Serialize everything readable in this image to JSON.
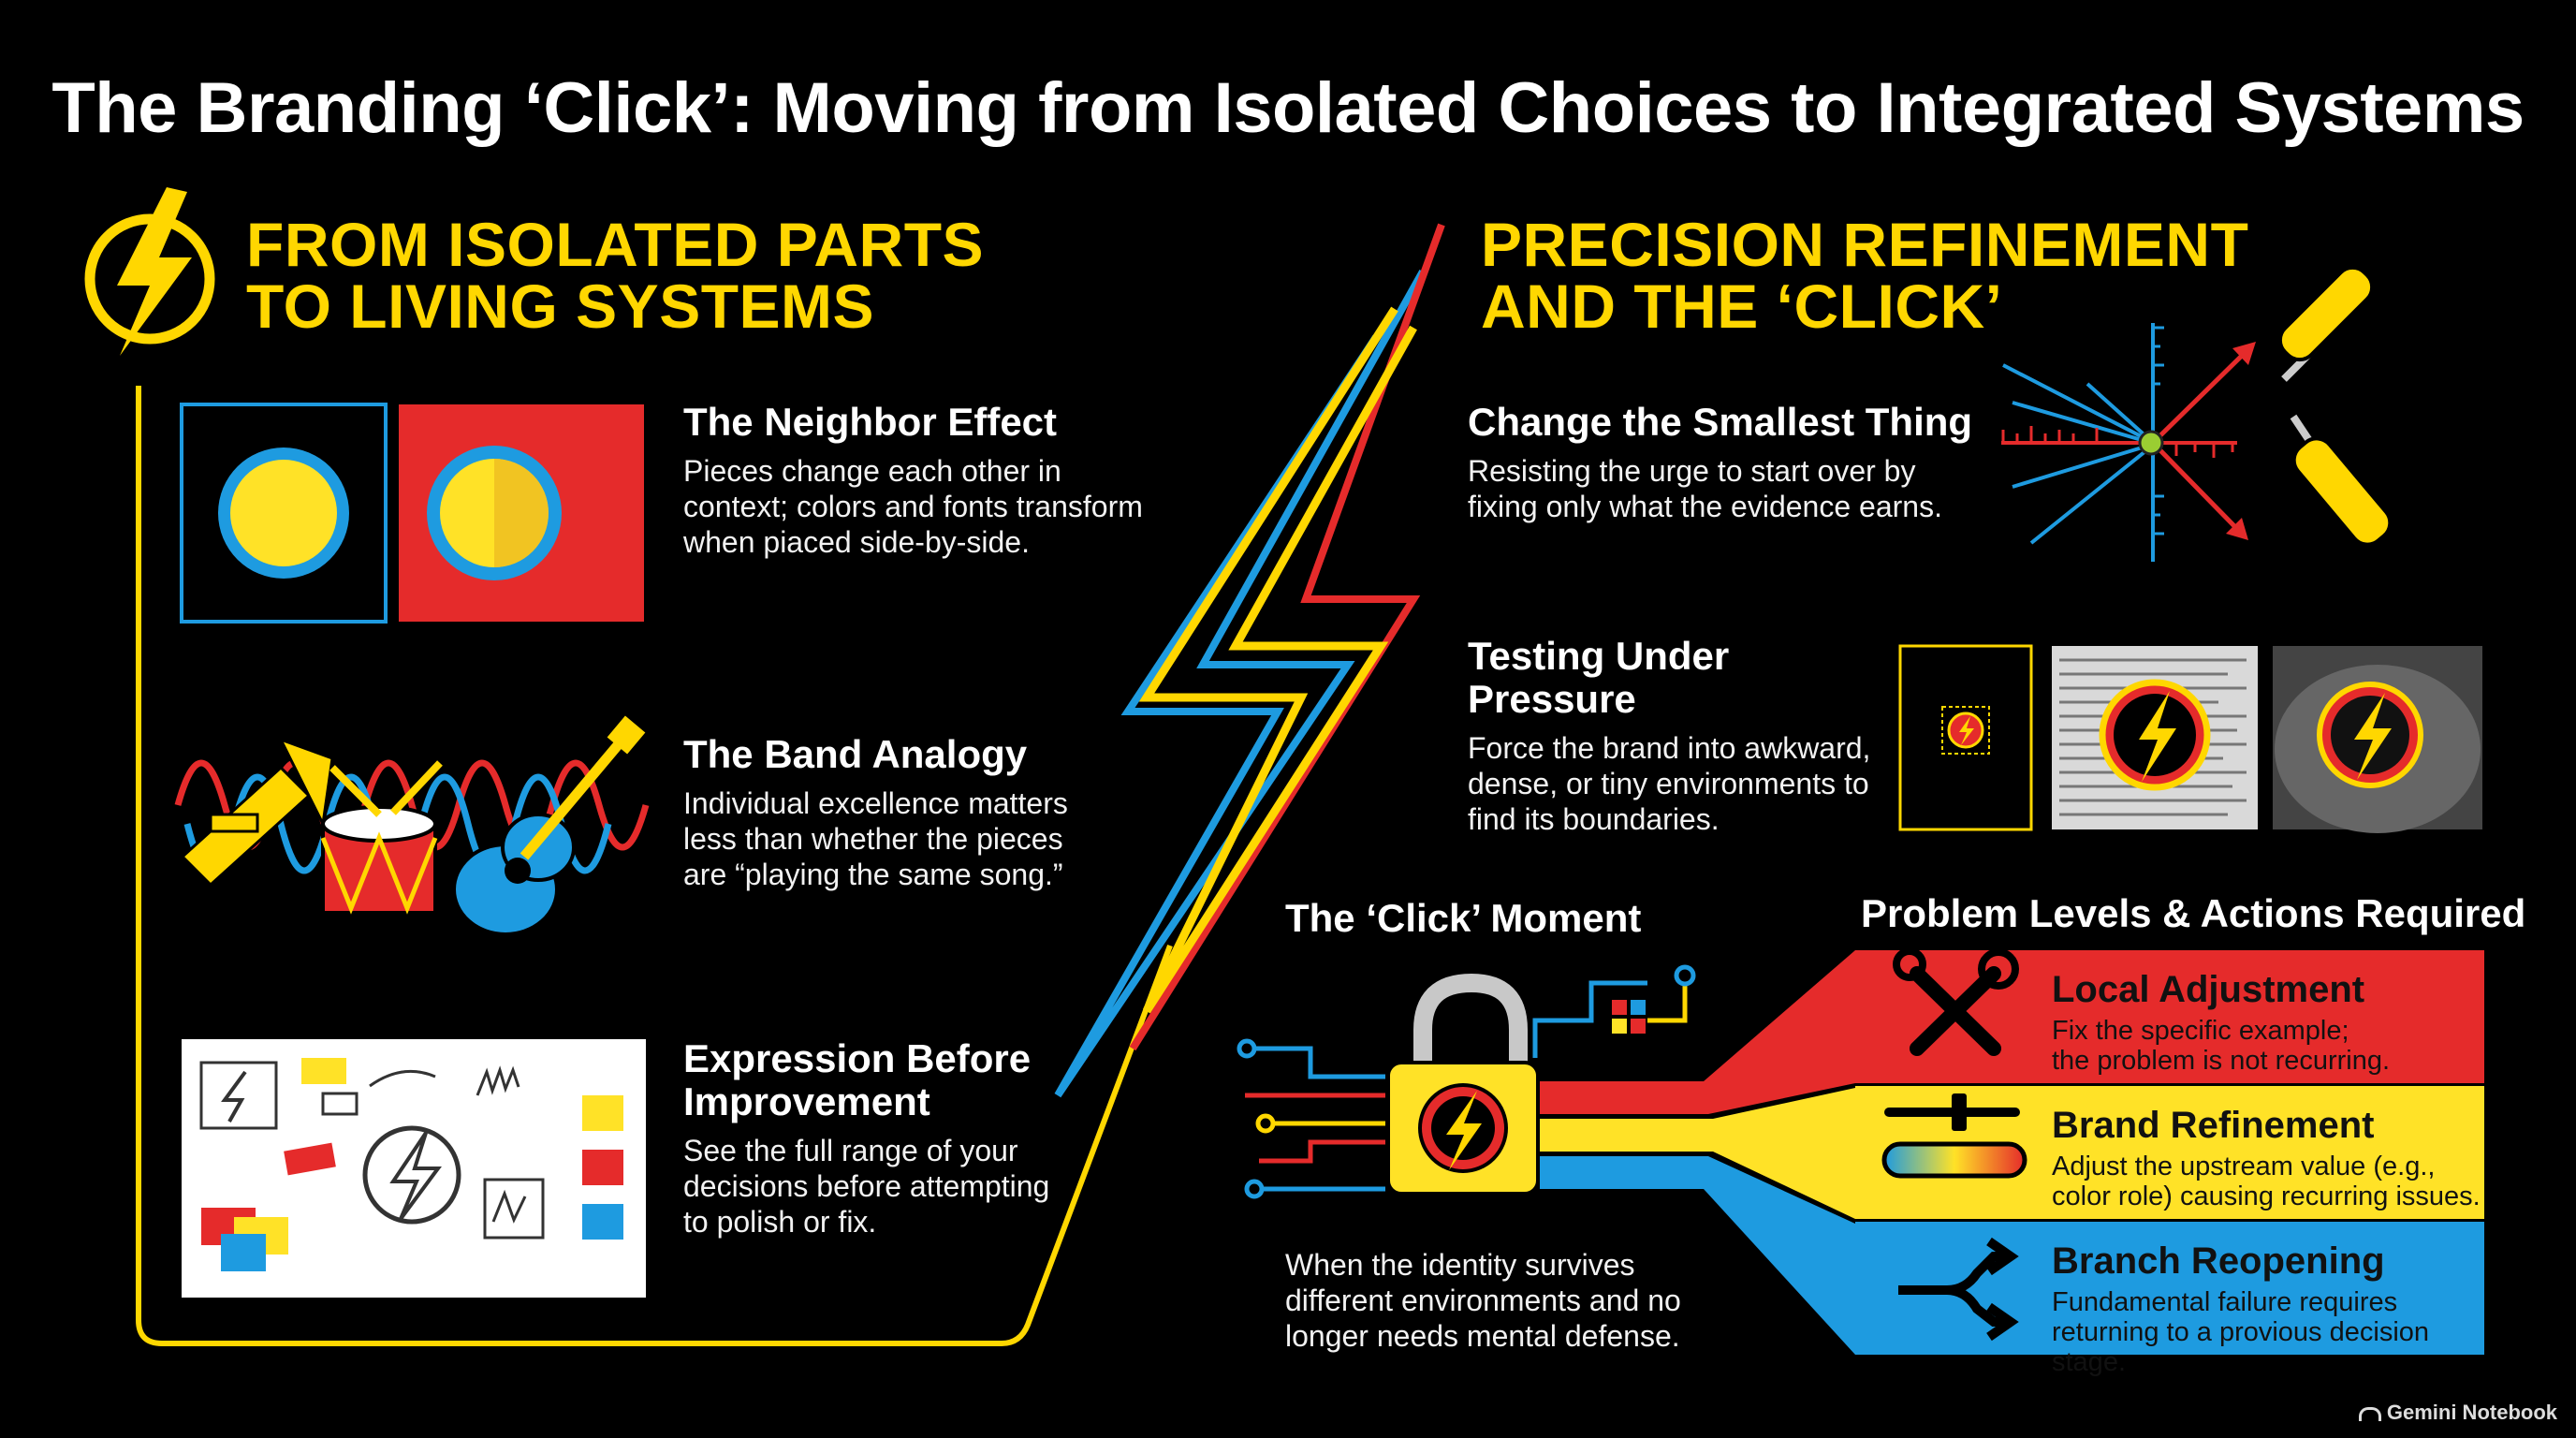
{
  "title": "The Branding ‘Click’: Moving from Isolated Choices to Integrated Systems",
  "left": {
    "heading_line1": "FROM ISOLATED PARTS",
    "heading_line2": "TO LIVING SYSTEMS",
    "items": [
      {
        "title": "The Neighbor Effect",
        "desc_lines": [
          "Pieces change each other in",
          "context; colors and fonts transform",
          "when piaced side-by-side."
        ]
      },
      {
        "title": "The Band Analogy",
        "desc_lines": [
          "Individual excellence matters",
          "less than whether the pieces",
          "are “playing the same song.”"
        ]
      },
      {
        "title_lines": [
          "Expression Before",
          "Improvement"
        ],
        "desc_lines": [
          "See the full range of your",
          "decisions before attempting",
          "to polish or fix."
        ]
      }
    ]
  },
  "right": {
    "heading_line1": "PRECISION REFINEMENT",
    "heading_line2": "AND THE ‘CLICK’",
    "items": [
      {
        "title": "Change the Smallest Thing",
        "desc_lines": [
          "Resisting the urge to start over by",
          "fixing only what the evidence earns."
        ]
      },
      {
        "title": "Testing Under Pressure",
        "desc_lines": [
          "Force the brand into awkward,",
          "dense, or tiny environments to",
          "find its boundaries."
        ]
      }
    ],
    "click_moment": {
      "title": "The ‘Click’ Moment",
      "desc_lines": [
        "When the identity survives",
        "different environments and no",
        "longer needs mental defense."
      ]
    },
    "levels_title": "Problem Levels & Actions Required",
    "levels": [
      {
        "title": "Local Adjustment",
        "desc_lines": [
          "Fix the specific example;",
          "the problem is not recurring."
        ],
        "color": "#E52B2B",
        "icon": "tools-icon"
      },
      {
        "title": "Brand Refinement",
        "desc_lines": [
          "Adjust the upstream value (e.g.,",
          "color role) causing recurring issues."
        ],
        "color": "#FFE227",
        "icon": "slider-icon"
      },
      {
        "title": "Branch Reopening",
        "desc_lines": [
          "Fundamental failure requires",
          "returning to a provious decision stage."
        ],
        "color": "#1E9BE0",
        "icon": "branch-arrow-icon"
      }
    ]
  },
  "watermark": "Gemini Notebook",
  "colors": {
    "yellow": "#FFD700",
    "red": "#E52B2B",
    "blue": "#1E9BE0",
    "background": "#000000"
  }
}
